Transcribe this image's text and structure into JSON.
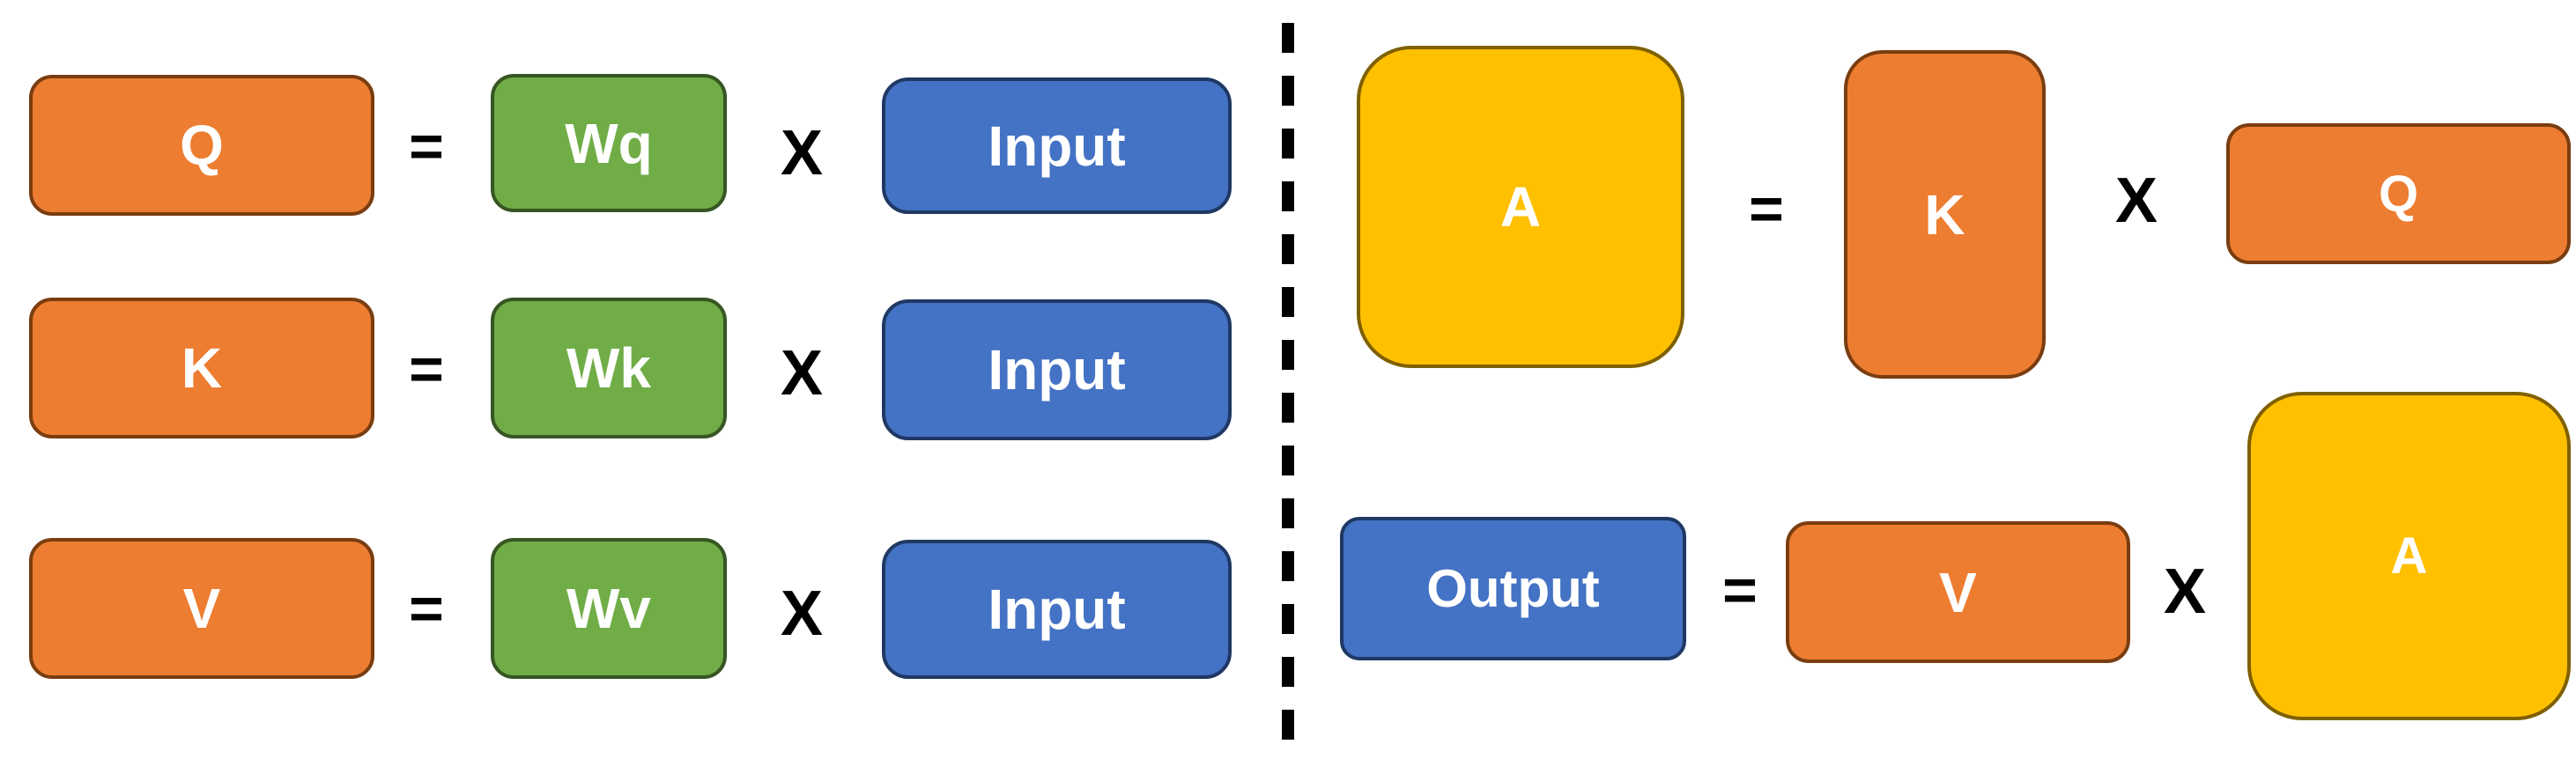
{
  "diagram": {
    "title": "attention-qkv-equations",
    "left_section": {
      "rows": [
        {
          "result": "Q",
          "weight": "Wq",
          "operand": "Input"
        },
        {
          "result": "K",
          "weight": "Wk",
          "operand": "Input"
        },
        {
          "result": "V",
          "weight": "Wv",
          "operand": "Input"
        }
      ]
    },
    "right_section": {
      "rows": [
        {
          "result": "A",
          "lhs": "K",
          "rhs": "Q"
        },
        {
          "result": "Output",
          "lhs": "V",
          "rhs": "A"
        }
      ]
    },
    "operators": {
      "equals": "=",
      "times": "X"
    }
  },
  "colors": {
    "background": "#FFFFFF",
    "orange_fill": "#ED7D31",
    "orange_border": "#7A3D10",
    "green_fill": "#70AD47",
    "green_border": "#375623",
    "blue_fill": "#4472C4",
    "blue_border": "#1F3864",
    "yellow_fill": "#FFC000",
    "yellow_border": "#7F6000",
    "label_color": "#FFFFFF",
    "operator_color": "#000000",
    "divider_color": "#000000"
  }
}
